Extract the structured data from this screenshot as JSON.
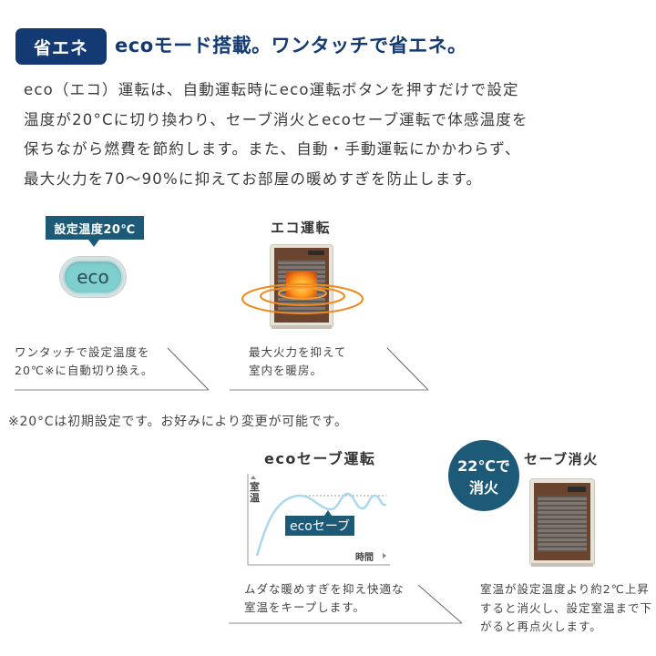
{
  "header": {
    "badge": "省エネ",
    "headline": "ecoモード搭載。ワンタッチで省エネ。"
  },
  "intro": {
    "lines": [
      "eco（エコ）運転は、自動運転時にeco運転ボタンを押すだけで設定",
      "温度が20°Cに切り換わり、セーブ消火とecoセーブ運転で体感温度を",
      "保ちながら燃費を節約します。また、自動・手動運転にかかわらず、",
      "最大火力を70〜90%に抑えてお部屋の暖めすぎを防止します。"
    ]
  },
  "panel_setting": {
    "tag": "設定温度20℃",
    "button_label": "eco",
    "caption": [
      "ワンタッチで設定温度を",
      "20℃※に自動切り換え。"
    ]
  },
  "panel_eco_run": {
    "title": "エコ運転",
    "caption": [
      "最大火力を抑えて",
      "室内を暖房。"
    ]
  },
  "footnote": "※20°Cは初期設定です。お好みにより変更が可能です。",
  "panel_eco_save": {
    "title": "ecoセーブ運転",
    "y_axis": "室温",
    "x_axis": "時間",
    "callout": "ecoセーブ",
    "caption": [
      "ムダな暖めすぎを抑え快適な",
      "室温をキープします。"
    ]
  },
  "panel_save_off": {
    "title": "セーブ消火",
    "circle_line1": "22℃で",
    "circle_line2": "消火",
    "caption": [
      "室温が設定温度より約2℃上昇",
      "すると消火し、設定室温まで下",
      "がると再点火します。"
    ]
  },
  "colors": {
    "navy": "#143a73",
    "teal": "#1d5a78",
    "eco_button": "#7fcfcf",
    "curve": "#a9d8f0",
    "flame": "#f08a1a"
  }
}
